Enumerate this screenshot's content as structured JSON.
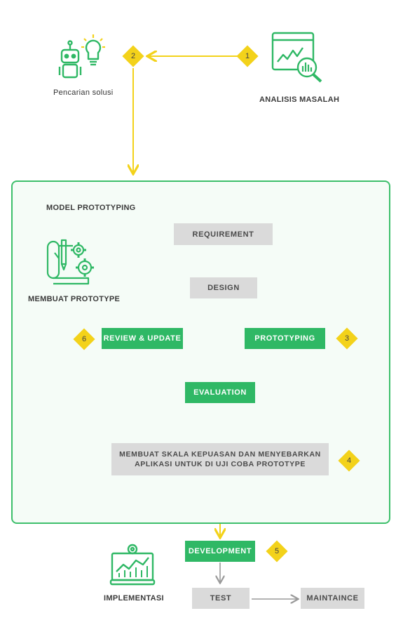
{
  "top": {
    "label_solution": "Pencarian solusi",
    "label_analysis": "ANALISIS MASALAH",
    "step1": "1",
    "step2": "2"
  },
  "model": {
    "title": "MODEL PROTOTYPING",
    "prototype_label": "MEMBUAT PROTOTYPE",
    "requirement": "REQUIREMENT",
    "design": "DESIGN",
    "prototyping": "PROTOTYPING",
    "evaluation": "EVALUATION",
    "review": "REVIEW & UPDATE",
    "survey_line1": "MEMBUAT SKALA KEPUASAN DAN MENYEBARKAN",
    "survey_line2": "APLIKASI UNTUK DI UJI COBA PROTOTYPE",
    "step3": "3",
    "step4": "4",
    "step6": "6"
  },
  "bottom": {
    "development": "DEVELOPMENT",
    "test": "TEST",
    "maintaince": "MAINTAINCE",
    "implementasi": "IMPLEMENTASI",
    "step5": "5"
  },
  "colors": {
    "green": "#2fb865",
    "gray_box": "#dadada",
    "yellow": "#f3d21a",
    "frame_border": "#3dbf6b"
  },
  "icons": [
    "robot-lightbulb-icon",
    "chart-magnifier-icon",
    "blueprint-gears-icon",
    "laptop-chart-icon"
  ]
}
